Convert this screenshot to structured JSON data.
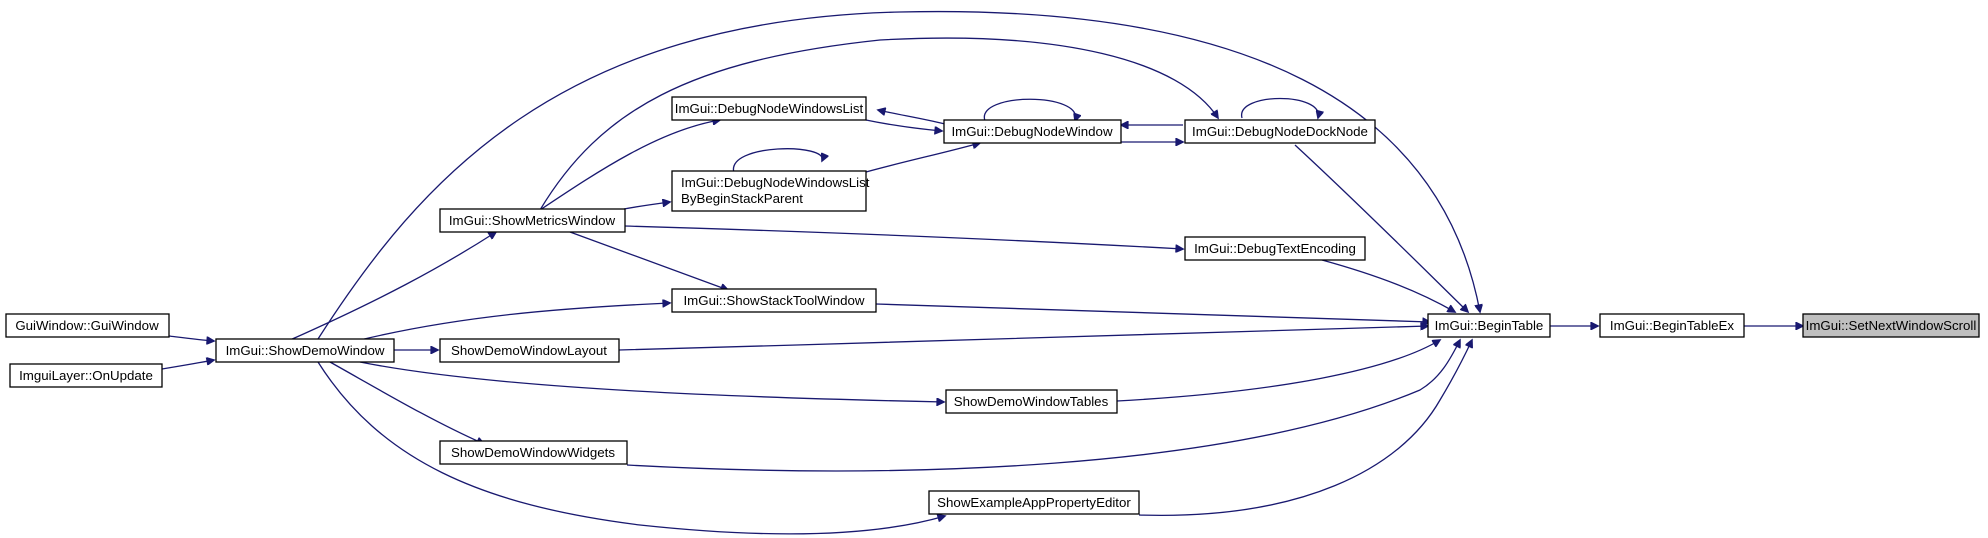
{
  "colors": {
    "edge": "#191970",
    "node_border": "#000000",
    "node_fill": "#ffffff",
    "highlight_fill": "#bfbfbf"
  },
  "nodes": [
    {
      "id": "set_next_window_scroll",
      "lines": [
        "ImGui::SetNextWindowScroll"
      ],
      "highlight": true
    },
    {
      "id": "begin_table_ex",
      "lines": [
        "ImGui::BeginTableEx"
      ]
    },
    {
      "id": "begin_table",
      "lines": [
        "ImGui::BeginTable"
      ]
    },
    {
      "id": "debug_node_dock_node",
      "lines": [
        "ImGui::DebugNodeDockNode"
      ]
    },
    {
      "id": "debug_text_encoding",
      "lines": [
        "ImGui::DebugTextEncoding"
      ]
    },
    {
      "id": "debug_node_window",
      "lines": [
        "ImGui::DebugNodeWindow"
      ]
    },
    {
      "id": "debug_node_windows_list",
      "lines": [
        "ImGui::DebugNodeWindowsList"
      ]
    },
    {
      "id": "debug_node_windows_list_bsp",
      "lines": [
        "ImGui::DebugNodeWindowsList",
        "ByBeginStackParent"
      ]
    },
    {
      "id": "show_metrics_window",
      "lines": [
        "ImGui::ShowMetricsWindow"
      ]
    },
    {
      "id": "show_stack_tool_window",
      "lines": [
        "ImGui::ShowStackToolWindow"
      ]
    },
    {
      "id": "show_demo_window",
      "lines": [
        "ImGui::ShowDemoWindow"
      ]
    },
    {
      "id": "show_demo_window_layout",
      "lines": [
        "ShowDemoWindowLayout"
      ]
    },
    {
      "id": "show_demo_window_tables",
      "lines": [
        "ShowDemoWindowTables"
      ]
    },
    {
      "id": "show_demo_window_widgets",
      "lines": [
        "ShowDemoWindowWidgets"
      ]
    },
    {
      "id": "show_example_app_property_editor",
      "lines": [
        "ShowExampleAppPropertyEditor"
      ]
    },
    {
      "id": "gui_window",
      "lines": [
        "GuiWindow::GuiWindow"
      ]
    },
    {
      "id": "imgui_layer_on_update",
      "lines": [
        "ImguiLayer::OnUpdate"
      ]
    }
  ]
}
